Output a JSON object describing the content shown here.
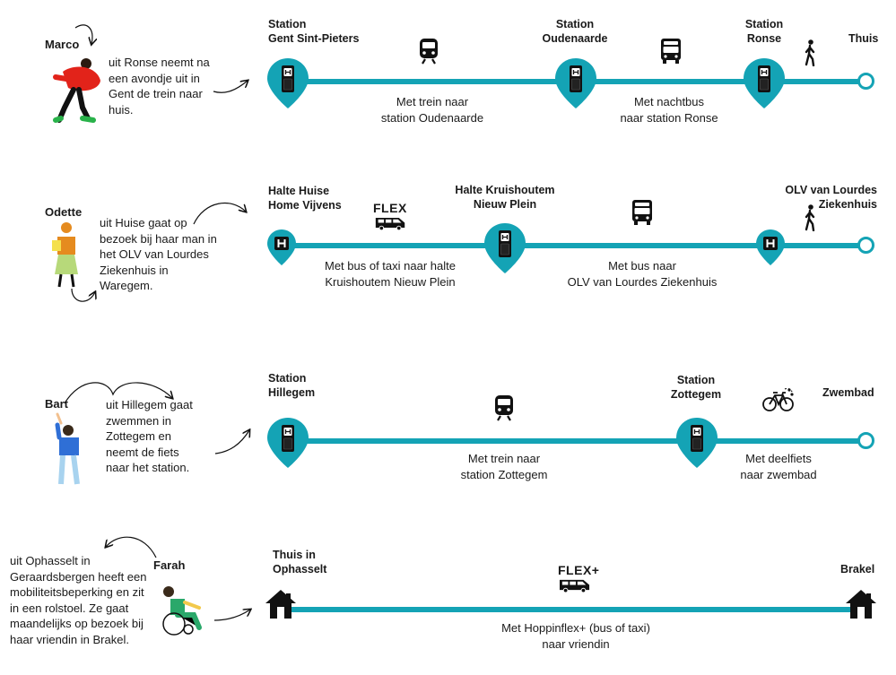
{
  "colors": {
    "line": "#14a3b5",
    "pin": "#14a3b5",
    "dark": "#111111"
  },
  "rows": [
    {
      "person": "Marco",
      "description": "uit Ronse neemt na een avondje uit in Gent de trein naar huis.",
      "stops": [
        {
          "line1": "Station",
          "line2": "Gent Sint-Pieters"
        },
        {
          "line1": "Station",
          "line2": "Oudenaarde"
        },
        {
          "line1": "Station",
          "line2": "Ronse"
        },
        {
          "line1": "Thuis",
          "line2": ""
        }
      ],
      "legs": [
        {
          "line1": "Met trein naar",
          "line2": "station Oudenaarde",
          "icon": "train-icon"
        },
        {
          "line1": "Met nachtbus",
          "line2": "naar station Ronse",
          "icon": "bus-icon"
        },
        {
          "icon": "walking-icon"
        }
      ]
    },
    {
      "person": "Odette",
      "description": "uit Huise gaat op bezoek bij haar man in het OLV van Lourdes Ziekenhuis in Waregem.",
      "stops": [
        {
          "line1": "Halte Huise",
          "line2": "Home Vijvens"
        },
        {
          "line1": "Halte Kruishoutem",
          "line2": "Nieuw Plein"
        },
        {
          "line1": "OLV van Lourdes",
          "line2": "Ziekenhuis"
        }
      ],
      "legs": [
        {
          "line1": "Met bus of taxi naar halte",
          "line2": "Kruishoutem Nieuw Plein",
          "icon": "flex-van-icon",
          "badge": "FLEX"
        },
        {
          "line1": "Met bus naar",
          "line2": "OLV van Lourdes Ziekenhuis",
          "icon": "bus-icon"
        },
        {
          "icon": "walking-icon"
        }
      ]
    },
    {
      "person": "Bart",
      "description": "uit Hillegem gaat zwemmen in Zottegem en neemt de fiets naar het station.",
      "stops": [
        {
          "line1": "Station",
          "line2": "Hillegem"
        },
        {
          "line1": "Station",
          "line2": "Zottegem"
        },
        {
          "line1": "Zwembad",
          "line2": ""
        }
      ],
      "legs": [
        {
          "line1": "Met trein naar",
          "line2": "station Zottegem",
          "icon": "train-icon"
        },
        {
          "line1": "Met deelfiets",
          "line2": "naar zwembad",
          "icon": "bike-share-icon"
        }
      ]
    },
    {
      "person": "Farah",
      "description": "uit Ophasselt in Geraardsbergen heeft een mobiliteitsbeperking en zit in een rolstoel. Ze gaat maandelijks op bezoek bij haar vriendin in Brakel.",
      "stops": [
        {
          "line1": "Thuis in",
          "line2": "Ophasselt"
        },
        {
          "line1": "Brakel",
          "line2": ""
        }
      ],
      "legs": [
        {
          "line1": "Met Hoppinflex+ (bus of taxi)",
          "line2": "naar vriendin",
          "icon": "flex-plus-van-icon",
          "badge": "FLEX+"
        }
      ]
    }
  ]
}
